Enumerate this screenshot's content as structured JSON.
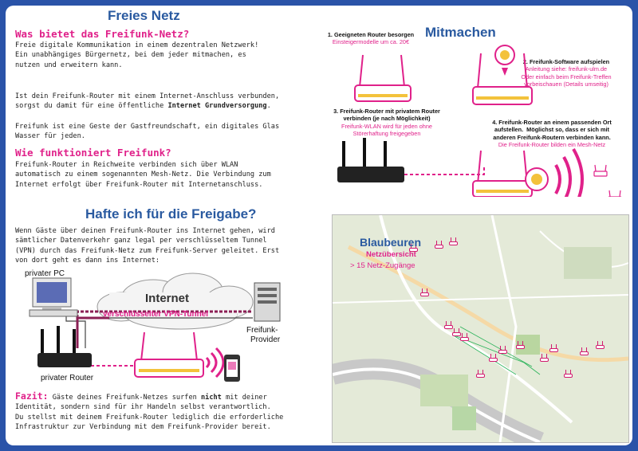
{
  "left": {
    "title": "Freies Netz",
    "q1": "Was bietet das Freifunk-Netz?",
    "p1": "Freie digitale Kommunikation in einem dezentralen Netzwerk!\nEin unabhängiges Bürgernetz, bei dem jeder mitmachen, es\nnutzen und erweitern kann.",
    "p2a": "Ist dein Freifunk-Router mit einem Internet-Anschluss verbunden,\nsorgst du damit für eine öffentliche ",
    "p2b": "Internet Grundversorgung",
    "p2c": ".",
    "p3": "Freifunk ist eine Geste der Gastfreundschaft, ein digitales Glas\nWasser für jeden.",
    "q2": "Wie funktioniert Freifunk?",
    "p4": "Freifunk-Router in Reichweite verbinden sich über WLAN\nautomatisch zu einem sogenannten Mesh-Netz. Die Verbindung zum\nInternet erfolgt über Freifunk-Router mit Internetanschluss.",
    "title2": "Hafte ich für die Freigabe?",
    "p5": "Wenn Gäste über deinen Freifunk-Router ins Internet gehen, wird\nsämtlicher Datenverkehr ganz legal per verschlüsseltem Tunnel\n(VPN) durch das Freifunk-Netz zum Freifunk-Server geleitet. Erst\nvon dort geht es dann ins Internet:",
    "diagram": {
      "pc": "privater PC",
      "internet": "Internet",
      "vpn": "verschlüsselter VPN-Tunnel",
      "provider1": "Freifunk-",
      "provider2": "Provider",
      "router": "privater Router"
    },
    "fazit_label": "Fazit:",
    "fazit_a": " Gäste deines Freifunk-Netzes surfen ",
    "fazit_b": "nicht",
    "fazit_c": " mit deiner\nIdentität, sondern sind für ihr Handeln selbst verantwortlich.\nDu stellst mit deinem Freifunk-Router lediglich die erforderliche\nInfrastruktur zur Verbindung mit dem Freifunk-Provider bereit."
  },
  "right": {
    "title": "Mitmachen",
    "s1t": "1. Geeigneten Router besorgen",
    "s1s": "Einsteigermodelle um ca. 20€",
    "s2t": "2. Freifunk-Software aufspielen",
    "s2s": "Anleitung siehe: freifunk-ulm.de\nOder einfach beim Freifunk-Treffen\nvorbeischauen (Details umseitig)",
    "s3t": "3. Freifunk-Router mit privatem Router\nverbinden (je nach Möglichkeit)",
    "s3s": "Freifunk-WLAN wird für jeden ohne\nStörerhaftung freigegeben",
    "s4t": "4. Freifunk-Router an einem passenden Ort\naufstellen.  Möglichst so, dass er sich mit\nanderen Freifunk-Routern verbinden kann.",
    "s4s": "Die Freifunk-Router bilden ein Mesh-Netz",
    "map_title": "Blaubeuren",
    "map_sub": "Netzübersicht",
    "map_count": "> 15 Netz-Zugänge"
  },
  "colors": {
    "accent": "#e0218a",
    "heading": "#2a5aa0",
    "frame": "#2a53a8"
  }
}
